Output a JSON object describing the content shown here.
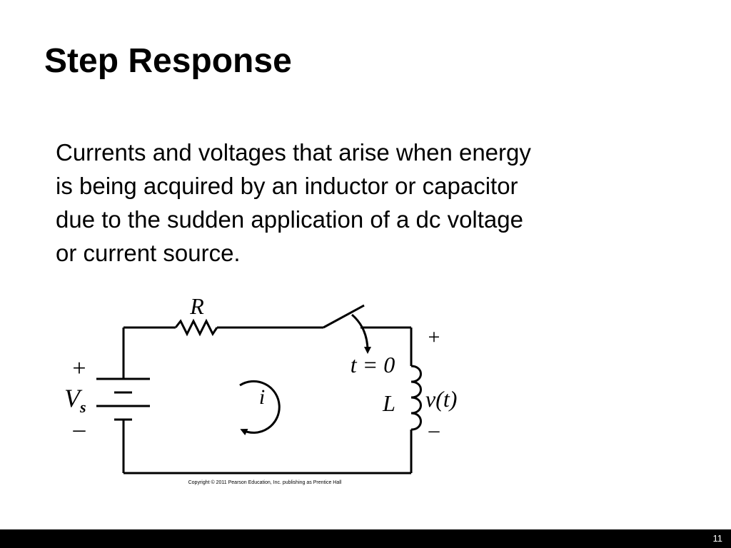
{
  "slide": {
    "title": "Step Response",
    "body_lines": [
      "Currents and voltages that arise when energy",
      "is being acquired by an inductor or capacitor",
      "due to the sudden application of a dc voltage",
      "or current source."
    ],
    "page_number": "11"
  },
  "circuit": {
    "resistor_label": "R",
    "switch_time_label": "t = 0",
    "inductor_label": "L",
    "source_label": "V",
    "source_subscript": "s",
    "source_plus": "+",
    "source_minus": "–",
    "current_label": "i",
    "voltage_label": "v(t)",
    "voltage_plus": "+",
    "voltage_minus": "–",
    "copyright": "Copyright © 2011 Pearson Education, Inc. publishing as Prentice Hall"
  },
  "colors": {
    "background": "#ffffff",
    "text": "#000000",
    "footer_bar": "#000000",
    "page_number": "#ffffff"
  }
}
